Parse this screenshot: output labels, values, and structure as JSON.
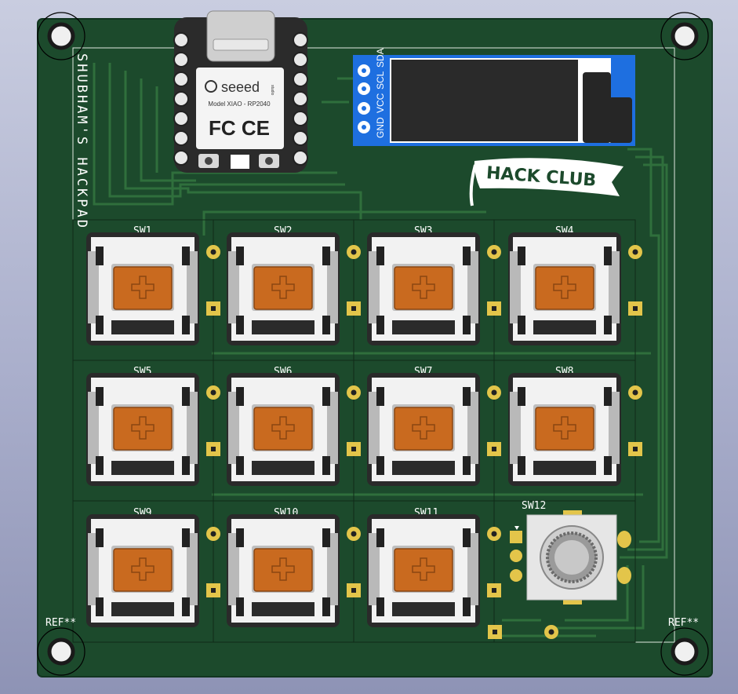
{
  "colors": {
    "pcb": "#1c4a2c",
    "pcb_edge": "#143a22",
    "trace": "#2c6b3a",
    "silk": "#ffffff",
    "pad": "#e3c54a",
    "keycap_stem": "#c96a1f",
    "oled_blue": "#1e6fe0",
    "xiao_body": "#2b2b2b"
  },
  "board": {
    "silkscreen_title": "SHUBHAM'S HACKPAD",
    "ref_left": "REF**",
    "ref_right": "REF**"
  },
  "mcu": {
    "brand": "seeed",
    "brand_suffix": "studio",
    "model": "Model XIAO - RP2040",
    "cert_marks": "FC CE"
  },
  "oled": {
    "pin_labels": [
      "GND",
      "VCC",
      "SCL",
      "SDA"
    ]
  },
  "logo": {
    "text": "HACK CLUB"
  },
  "switches": [
    {
      "ref": "SW1"
    },
    {
      "ref": "SW2"
    },
    {
      "ref": "SW3"
    },
    {
      "ref": "SW4"
    },
    {
      "ref": "SW5"
    },
    {
      "ref": "SW6"
    },
    {
      "ref": "SW7"
    },
    {
      "ref": "SW8"
    },
    {
      "ref": "SW9"
    },
    {
      "ref": "SW10"
    },
    {
      "ref": "SW11"
    }
  ],
  "encoder": {
    "ref": "SW12"
  }
}
